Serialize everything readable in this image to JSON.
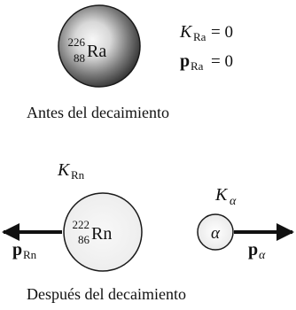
{
  "before": {
    "nucleus": {
      "mass_number": "226",
      "atomic_number": "88",
      "symbol": "Ra"
    },
    "kinetic_energy": {
      "symbol": "K",
      "subscript": "Ra",
      "value": "= 0"
    },
    "momentum": {
      "symbol": "p",
      "subscript": "Ra",
      "value": "= 0"
    },
    "caption": "Antes del decaimiento"
  },
  "after": {
    "daughter": {
      "mass_number": "222",
      "atomic_number": "86",
      "symbol": "Rn",
      "kinetic_energy_symbol": "K",
      "kinetic_energy_subscript": "Rn",
      "momentum_symbol": "p",
      "momentum_subscript": "Rn"
    },
    "alpha": {
      "symbol": "α",
      "kinetic_energy_symbol": "K",
      "kinetic_energy_subscript": "α",
      "momentum_symbol": "p",
      "momentum_subscript": "α"
    },
    "caption": "Después del decaimiento"
  },
  "colors": {
    "ink": "#111111",
    "ra_shade": "#3a3a3a",
    "ra_highlight": "#f4f4f4",
    "rn_fill": "#ececec"
  }
}
